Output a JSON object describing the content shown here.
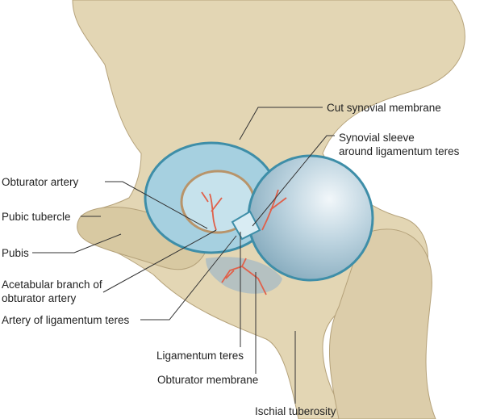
{
  "labels": {
    "cut_synovial_membrane": "Cut synovial membrane",
    "synovial_sleeve_line1": "Synovial sleeve",
    "synovial_sleeve_line2": "around ligamentum teres",
    "obturator_artery": "Obturator artery",
    "pubic_tubercle": "Pubic tubercle",
    "pubis": "Pubis",
    "acetabular_branch_line1": "Acetabular branch of",
    "acetabular_branch_line2": "obturator artery",
    "artery_of_ligamentum_teres": "Artery of ligamentum teres",
    "ligamentum_teres": "Ligamentum teres",
    "obturator_membrane": "Obturator membrane",
    "ischial_tuberosity": "Ischial tuberosity"
  },
  "colors": {
    "bone": "#e3d6b4",
    "bone_shadow": "#c8b48a",
    "synovial": "#a6d0e0",
    "synovial_edge": "#3e8ea8",
    "artery": "#e0604a",
    "femoral_head": "#b8cfdc"
  }
}
